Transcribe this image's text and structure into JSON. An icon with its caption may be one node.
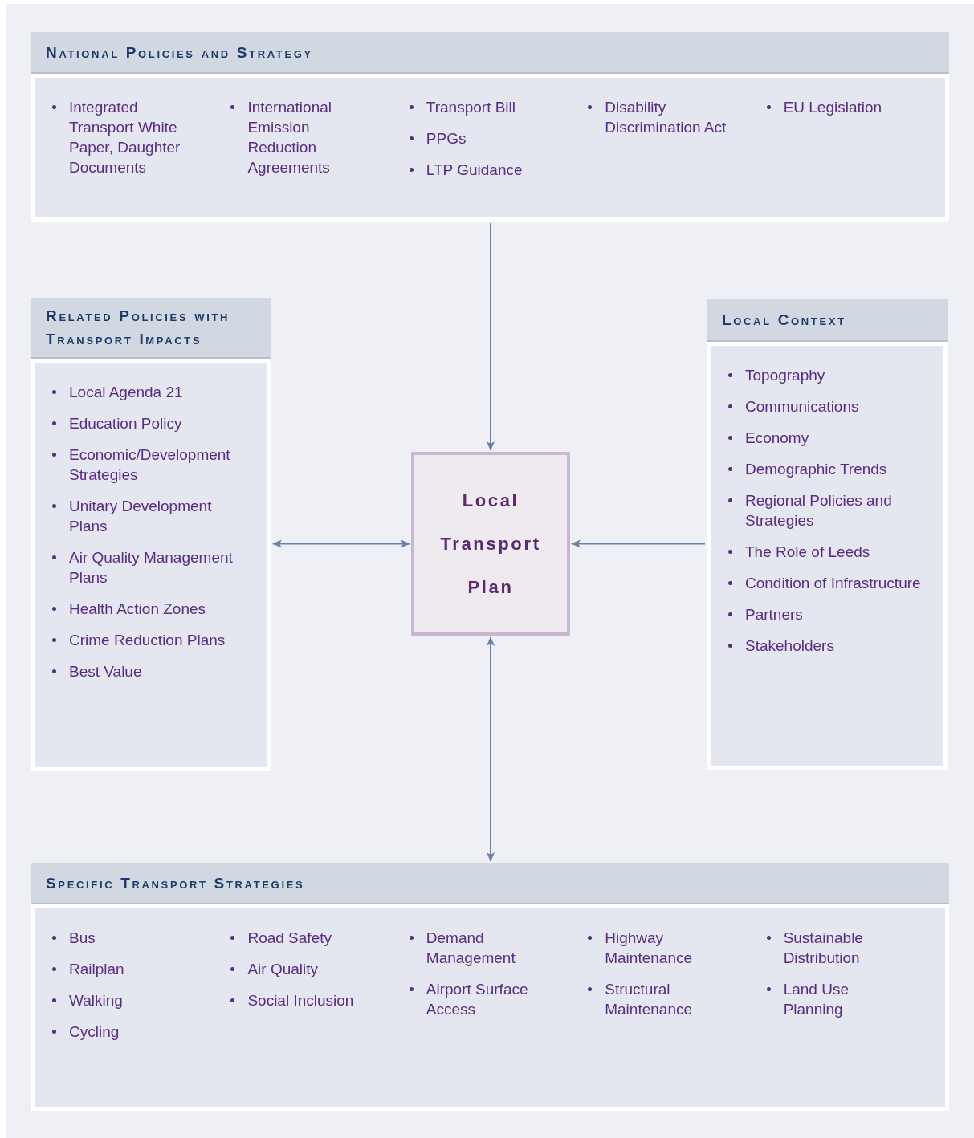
{
  "diagram": {
    "nodes": [
      {
        "text": [
          "National Policies and Strategy",
          "Integrated Transport White Paper, Daughter Documents",
          "International Emission Reduction Agreements",
          "Transport Bill",
          "PPGs",
          "LTP Guidance",
          "Disability Discrimination Act",
          "EU Legislation"
        ]
      },
      {
        "text": [
          "Related Policies with Transport Impacts",
          "Local Agenda 21",
          "Education Policy",
          "Economic/Development Strategies",
          "Unitary Development Plans",
          "Air Quality Management Plans",
          "Health Action Zones",
          "Crime Reduction Plans",
          "Best Value"
        ]
      },
      {
        "text": [
          "Local Transport Plan"
        ]
      },
      {
        "text": [
          "Local Context",
          "Topography",
          "Communications",
          "Economy",
          "Demographic Trends",
          "Regional Policies and Strategies",
          "The Role of Leeds",
          "Condition of Infrastructure",
          "Partners",
          "Stakeholders"
        ]
      },
      {
        "text": [
          "Specific Transport Strategies",
          "Bus",
          "Railplan",
          "Walking",
          "Cycling",
          "Road Safety",
          "Air Quality",
          "Social Inclusion",
          "Demand Management",
          "Airport Surface Access",
          "Highway Maintenance",
          "Structural Maintenance",
          "Sustainable Distribution",
          "Land Use Planning"
        ]
      }
    ],
    "edges": [
      {
        "from": 0,
        "to": 2,
        "arrow": "to"
      },
      {
        "from": 2,
        "to": 1,
        "arrow": "both"
      },
      {
        "from": 3,
        "to": 2,
        "arrow": "to"
      },
      {
        "from": 2,
        "to": 4,
        "arrow": "both"
      }
    ]
  }
}
